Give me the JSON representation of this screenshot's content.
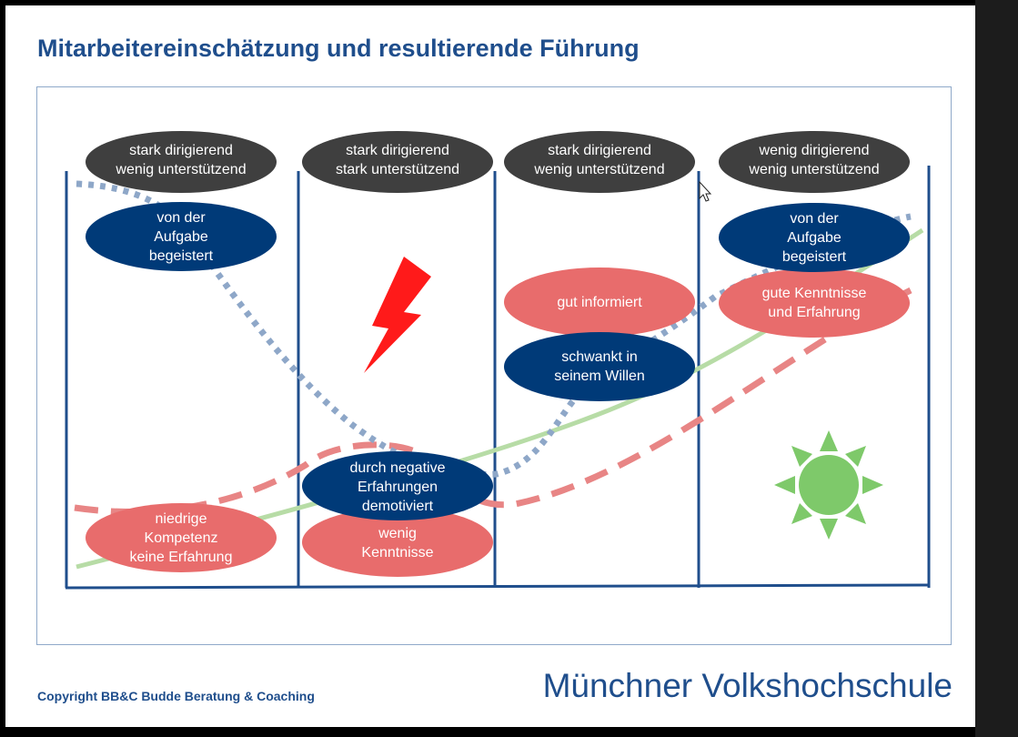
{
  "title": "Mitarbeitereinschätzung und resultierende Führung",
  "phases": [
    {
      "lines": [
        "stark dirigierend",
        "wenig unterstützend"
      ]
    },
    {
      "lines": [
        "stark dirigierend",
        "stark unterstützend"
      ]
    },
    {
      "lines": [
        "stark dirigierend",
        "wenig unterstützend"
      ]
    },
    {
      "lines": [
        "wenig dirigierend",
        "wenig unterstützend"
      ]
    }
  ],
  "willingness": [
    {
      "lines": [
        "von der",
        "Aufgabe",
        "begeistert"
      ]
    },
    {
      "lines": [
        "durch negative",
        "Erfahrungen",
        "demotiviert"
      ]
    },
    {
      "lines": [
        "schwankt in",
        "seinem Willen"
      ]
    },
    {
      "lines": [
        "von der",
        "Aufgabe",
        "begeistert"
      ]
    }
  ],
  "competence": [
    {
      "lines": [
        "niedrige",
        "Kompetenz",
        "keine Erfahrung"
      ]
    },
    {
      "lines": [
        "wenig",
        "Kenntnisse"
      ]
    },
    {
      "lines": [
        "gut informiert"
      ]
    },
    {
      "lines": [
        "gute Kenntnisse",
        "und Erfahrung"
      ]
    }
  ],
  "icons": [
    "lightning-icon",
    "sun-icon",
    "mouse-cursor-icon"
  ],
  "colors": {
    "title_blue": "#1f4e8c",
    "phase_ellipse": "#3f3f3f",
    "willingness_ellipse": "#003a78",
    "competence_ellipse": "#e86c6c",
    "dotted_line": "#8ea7c8",
    "green_line": "#b7dca6",
    "dashed_line": "#e88585",
    "lightning": "#ff1a1a",
    "sun": "#7ec96a"
  },
  "footer": {
    "copyright": "Copyright BB&C Budde Beratung & Coaching",
    "brand": "Münchner Volkshochschule"
  }
}
